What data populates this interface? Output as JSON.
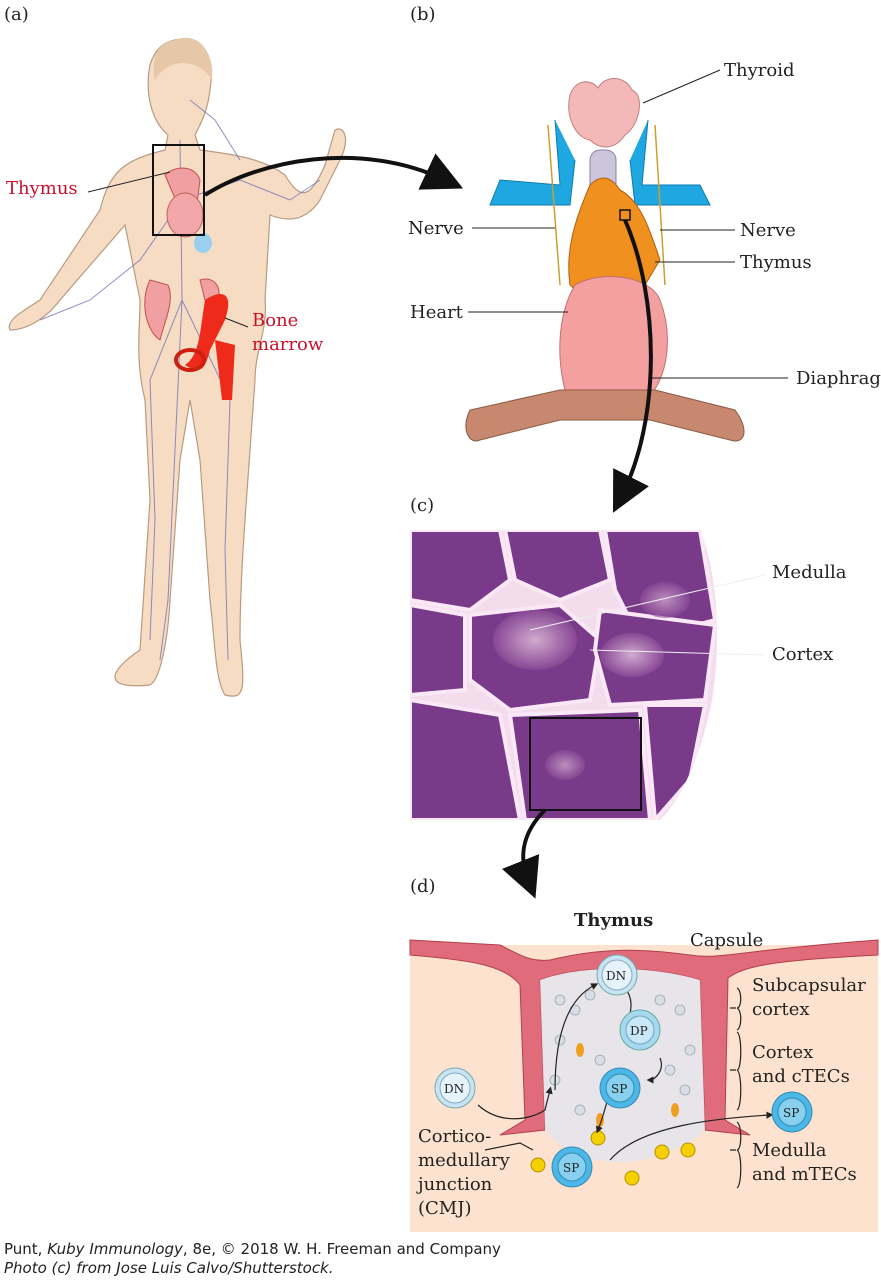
{
  "panels": {
    "a": "(a)",
    "b": "(b)",
    "c": "(c)",
    "d": "(d)"
  },
  "panel_a": {
    "thymus": "Thymus",
    "bone_marrow_1": "Bone",
    "bone_marrow_2": "marrow"
  },
  "panel_b": {
    "thyroid": "Thyroid",
    "nerve_left": "Nerve",
    "nerve_right": "Nerve",
    "thymus": "Thymus",
    "heart": "Heart",
    "diaphragm": "Diaphragm"
  },
  "panel_c": {
    "medulla": "Medulla",
    "cortex": "Cortex"
  },
  "panel_d": {
    "title": "Thymus",
    "capsule": "Capsule",
    "subcapsular_1": "Subcapsular",
    "subcapsular_2": "cortex",
    "cortex_1": "Cortex",
    "cortex_2": "and cTECs",
    "medulla_1": "Medulla",
    "medulla_2": "and mTECs",
    "cmj_1": "Cortico-",
    "cmj_2": "medullary",
    "cmj_3": "junction",
    "cmj_4": "(CMJ)",
    "cells": {
      "dn_top": "DN",
      "dp": "DP",
      "sp_mid": "SP",
      "dn_left": "DN",
      "sp_bottom": "SP",
      "sp_right": "SP"
    }
  },
  "caption": {
    "line1_a": "Punt, ",
    "line1_b": "Kuby Immunology",
    "line1_c": ", 8e, © 2018 W. H. Freeman and Company",
    "line2": "Photo (c) from Jose Luis Calvo/Shutterstock."
  },
  "colors": {
    "red_label": "#c8102e",
    "thymus_orange": "#f0901e",
    "vessel_blue": "#1ea7e0",
    "tissue_purple": "#7a3a8a",
    "capsule_pink": "#e06b7a",
    "panel_d_bg": "#fde3cf"
  }
}
